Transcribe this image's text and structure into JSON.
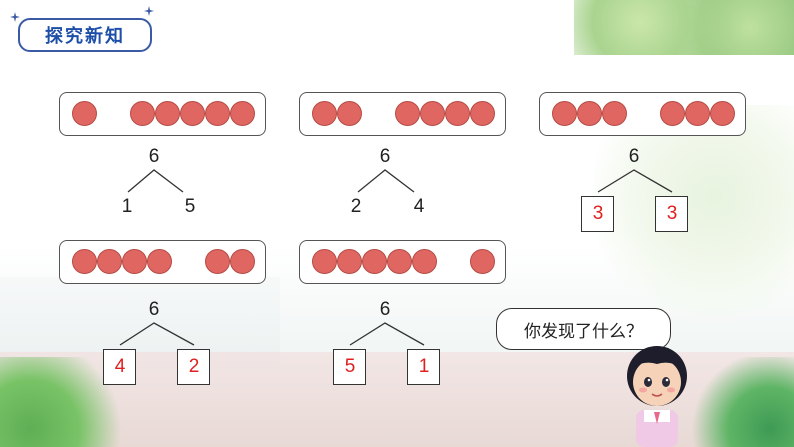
{
  "title": "探究新知",
  "groups": [
    {
      "total": "6",
      "left": "1",
      "right": "5",
      "boxed": false
    },
    {
      "total": "6",
      "left": "2",
      "right": "4",
      "boxed": false
    },
    {
      "total": "6",
      "left": "3",
      "right": "3",
      "boxed": true
    },
    {
      "total": "6",
      "left": "4",
      "right": "2",
      "boxed": true
    },
    {
      "total": "6",
      "left": "5",
      "right": "1",
      "boxed": true
    }
  ],
  "speech": "你发现了什么？",
  "colors": {
    "dot": "#e06761",
    "answer": "#e02020",
    "title": "#1e4fa8"
  }
}
